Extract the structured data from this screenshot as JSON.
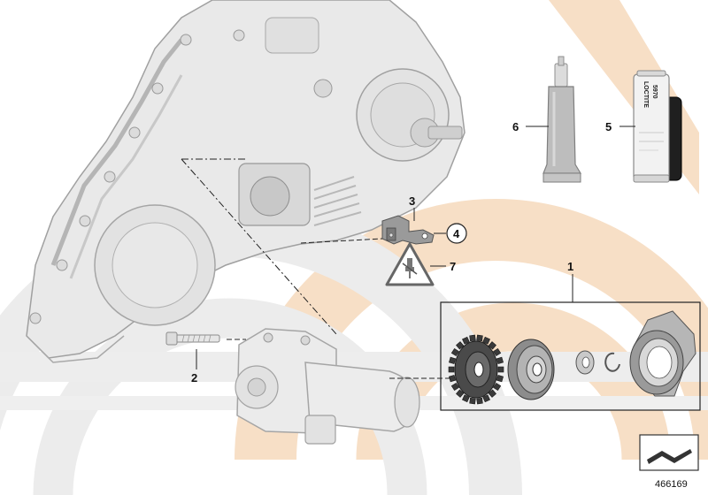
{
  "callouts": {
    "c1": "1",
    "c2": "2",
    "c3": "3",
    "c4": "4",
    "c5": "5",
    "c6": "6",
    "c7": "7"
  },
  "product_labels": {
    "brand": "LOCTITE",
    "code": "5970"
  },
  "document": {
    "number": "466169"
  },
  "icons": {
    "warning": "electrical-plug-warning-icon",
    "catalog": "catalog-page-icon"
  },
  "colors": {
    "background_arcs": "#f7dfc6",
    "background_band": "#ececec",
    "part_fill": "#e9e9e9",
    "part_stroke": "#9a9a9a",
    "line": "#222222"
  }
}
